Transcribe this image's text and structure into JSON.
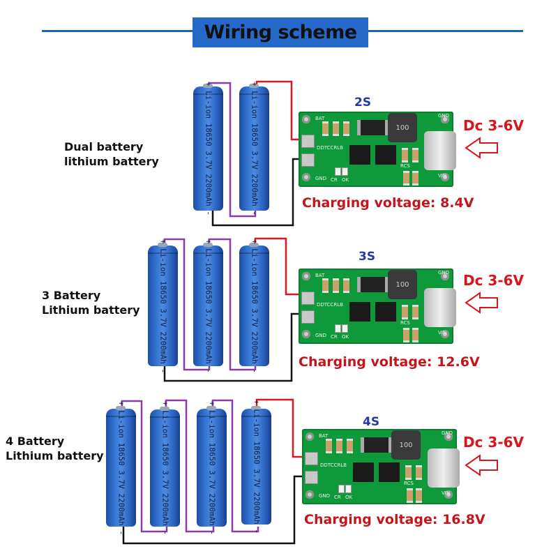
{
  "title": "Wiring scheme",
  "battery_text": "+ Li-ion 18650 3.7V 2200mAh -",
  "board": {
    "bat_label": "BAT",
    "gnd_label": "GND",
    "chip_label": "DDTCCRLB",
    "inductor_label": "100",
    "cr_label": "CR",
    "ok_label": "OK",
    "rcs_label": "RCS",
    "vin_label": "VIN"
  },
  "configs": [
    {
      "label_line1": "Dual battery",
      "label_line2": "lithium battery",
      "series": "2S",
      "input": "Dc 3-6V",
      "charging_voltage": "Charging voltage: 8.4V",
      "battery_count": 2
    },
    {
      "label_line1": "3 Battery",
      "label_line2": "Lithium battery",
      "series": "3S",
      "input": "Dc 3-6V",
      "charging_voltage": "Charging voltage: 12.6V",
      "battery_count": 3
    },
    {
      "label_line1": "4 Battery",
      "label_line2": "Lithium battery",
      "series": "4S",
      "input": "Dc 3-6V",
      "charging_voltage": "Charging voltage: 16.8V",
      "battery_count": 4
    }
  ],
  "colors": {
    "title_bg": "#2569c9",
    "series_wire": "#8e3aa8",
    "positive_wire": "#e0141c",
    "negative_wire": "#111111",
    "voltage_text": "#c3161c",
    "pcb": "#0e9a3a"
  }
}
